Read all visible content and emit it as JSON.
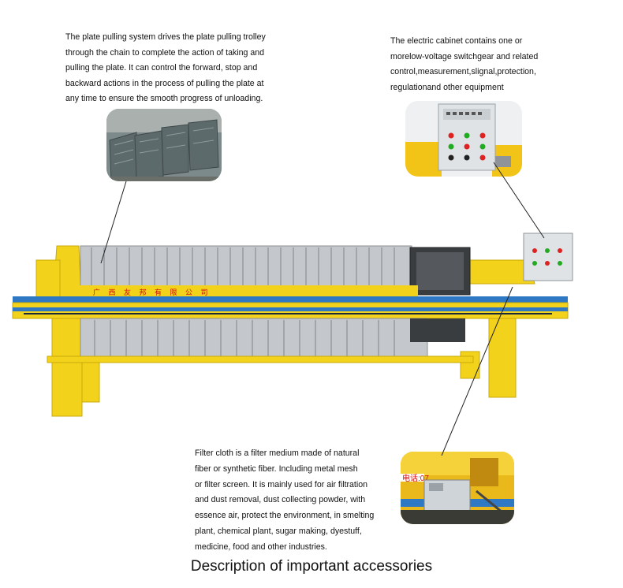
{
  "callouts": {
    "plate_pulling": {
      "lines": [
        "The plate pulling system drives the plate pulling trolley",
        " through the chain to complete the action of taking and",
        "pulling the plate. It can control the forward, stop and",
        "backward actions in the process of pulling the plate at",
        "any time to ensure the smooth progress of unloading."
      ]
    },
    "electric_cabinet": {
      "lines": [
        "The electric cabinet contains one or",
        "morelow-voltage switchgear and related",
        "control,measurement,slignal,protection,",
        "regulationand other equipment"
      ]
    },
    "filter_cloth": {
      "lines": [
        "Filter cloth is a filter medium made of natural",
        "fiber or synthetic fiber. Including metal mesh",
        "or filter screen. It is mainly used for air filtration",
        "and dust removal, dust collecting powder, with",
        "essence air, protect the environment, in smelting",
        "plant, chemical plant, sugar making, dyestuff,",
        "medicine, food and other industries."
      ]
    }
  },
  "machine_banner": "广 西 友 邦 有 限 公 司",
  "caption": "Description of important accessories",
  "colors": {
    "machine_yellow": "#f2d21a",
    "rail_blue": "#2f78c4",
    "plate_grey": "#b9bcc0",
    "pointer_line": "#222222"
  }
}
